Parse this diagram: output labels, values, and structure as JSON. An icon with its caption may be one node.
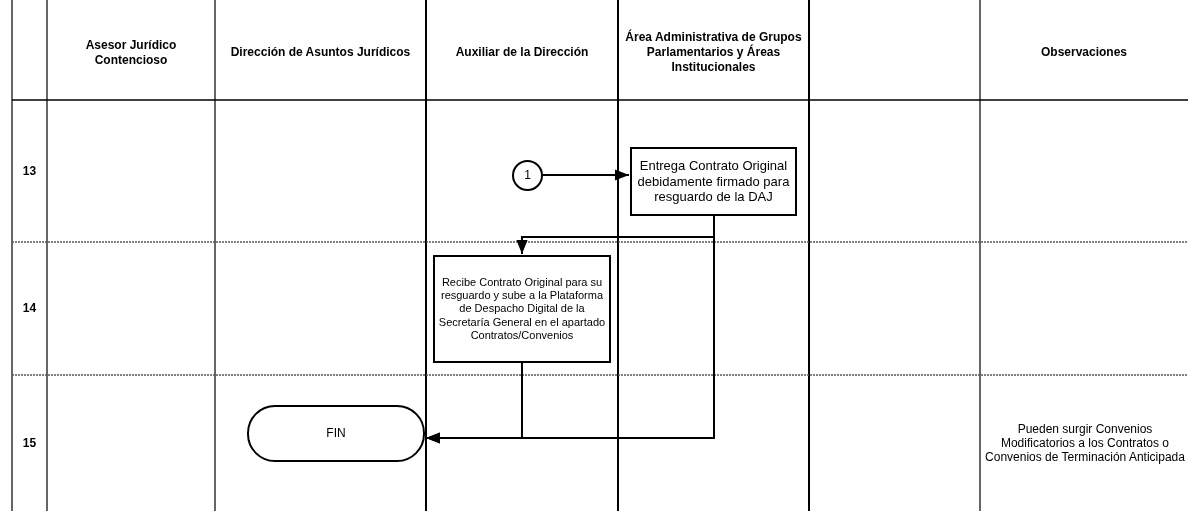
{
  "diagram": {
    "nodes": [
      {
        "text": [
          "1"
        ]
      },
      {
        "text": [
          "Entrega Contrato Original debidamente firmado para resguardo de la DAJ"
        ]
      },
      {
        "text": [
          "Recibe Contrato Original para su resguardo y sube a la Plataforma de Despacho Digital de la Secretaría General en el apartado Contratos/Convenios"
        ]
      },
      {
        "text": [
          "FIN"
        ]
      }
    ],
    "edges": [
      {
        "from": 0,
        "to": 1,
        "arrow": "to"
      },
      {
        "from": 1,
        "to": 2,
        "arrow": "to"
      },
      {
        "from": 1,
        "to": 3,
        "arrow": "to"
      },
      {
        "from": 2,
        "to": 3,
        "arrow": "to"
      }
    ],
    "labels": [
      "Asesor Jurídico Contencioso",
      "Dirección de Asuntos Jurídicos",
      "Auxiliar de la Dirección",
      "Área Administrativa de Grupos Parlamentarios y Áreas Institucionales",
      "Observaciones",
      "13",
      "14",
      "15",
      "Pueden surgir Convenios Modificatorios a los Contratos o Convenios de Terminación Anticipada"
    ]
  }
}
